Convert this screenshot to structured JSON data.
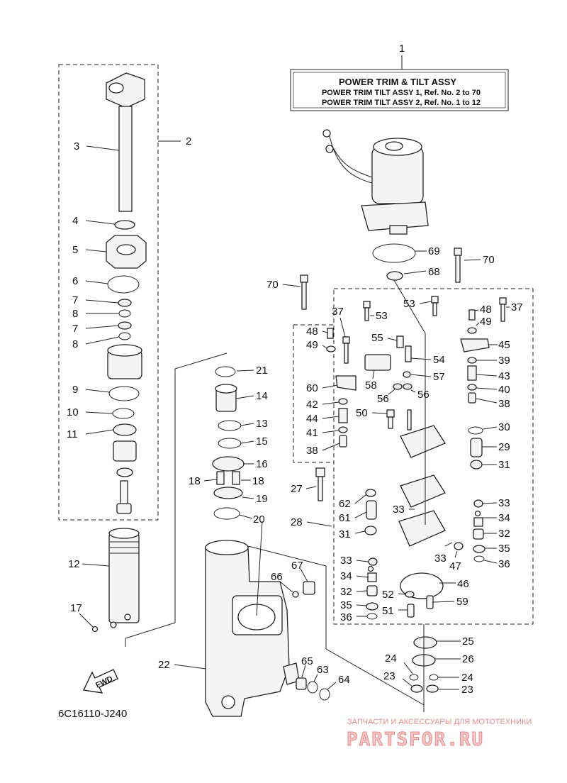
{
  "title_block": {
    "number": "1",
    "line1": "POWER TRIM & TILT ASSY",
    "line2": "POWER TRIM TILT ASSY 1,  Ref. No. 2 to 70",
    "line3": "POWER TRIM TILT ASSY 2,  Ref. No. 1 to 12"
  },
  "callouts": [
    {
      "id": "n2",
      "text": "2"
    },
    {
      "id": "n3",
      "text": "3"
    },
    {
      "id": "n4",
      "text": "4"
    },
    {
      "id": "n5",
      "text": "5"
    },
    {
      "id": "n6",
      "text": "6"
    },
    {
      "id": "n7a",
      "text": "7"
    },
    {
      "id": "n8a",
      "text": "8"
    },
    {
      "id": "n7b",
      "text": "7"
    },
    {
      "id": "n8b",
      "text": "8"
    },
    {
      "id": "n9",
      "text": "9"
    },
    {
      "id": "n10",
      "text": "10"
    },
    {
      "id": "n11",
      "text": "11"
    },
    {
      "id": "n12",
      "text": "12"
    },
    {
      "id": "n17",
      "text": "17"
    },
    {
      "id": "n21",
      "text": "21"
    },
    {
      "id": "n14",
      "text": "14"
    },
    {
      "id": "n13",
      "text": "13"
    },
    {
      "id": "n15",
      "text": "15"
    },
    {
      "id": "n16",
      "text": "16"
    },
    {
      "id": "n18a",
      "text": "18"
    },
    {
      "id": "n18b",
      "text": "18"
    },
    {
      "id": "n19",
      "text": "19"
    },
    {
      "id": "n20",
      "text": "20"
    },
    {
      "id": "n22",
      "text": "22"
    },
    {
      "id": "n66",
      "text": "66"
    },
    {
      "id": "n67",
      "text": "67"
    },
    {
      "id": "n65",
      "text": "65"
    },
    {
      "id": "n63",
      "text": "63"
    },
    {
      "id": "n64",
      "text": "64"
    },
    {
      "id": "n69",
      "text": "69"
    },
    {
      "id": "n70a",
      "text": "70"
    },
    {
      "id": "n68",
      "text": "68"
    },
    {
      "id": "n70b",
      "text": "70"
    },
    {
      "id": "n37a",
      "text": "37"
    },
    {
      "id": "n53a",
      "text": "53"
    },
    {
      "id": "n53b",
      "text": "53"
    },
    {
      "id": "n48a",
      "text": "48"
    },
    {
      "id": "n37b",
      "text": "37"
    },
    {
      "id": "n48b",
      "text": "48"
    },
    {
      "id": "n49a",
      "text": "49"
    },
    {
      "id": "n49b",
      "text": "49"
    },
    {
      "id": "n55",
      "text": "55"
    },
    {
      "id": "n45",
      "text": "45"
    },
    {
      "id": "n54",
      "text": "54"
    },
    {
      "id": "n39",
      "text": "39"
    },
    {
      "id": "n43",
      "text": "43"
    },
    {
      "id": "n57",
      "text": "57"
    },
    {
      "id": "n60",
      "text": "60"
    },
    {
      "id": "n58",
      "text": "58"
    },
    {
      "id": "n56a",
      "text": "56"
    },
    {
      "id": "n56b",
      "text": "56"
    },
    {
      "id": "n40",
      "text": "40"
    },
    {
      "id": "n42",
      "text": "42"
    },
    {
      "id": "n38a",
      "text": "38"
    },
    {
      "id": "n44",
      "text": "44"
    },
    {
      "id": "n50",
      "text": "50"
    },
    {
      "id": "n41",
      "text": "41"
    },
    {
      "id": "n30",
      "text": "30"
    },
    {
      "id": "n29",
      "text": "29"
    },
    {
      "id": "n38b",
      "text": "38"
    },
    {
      "id": "n31a",
      "text": "31"
    },
    {
      "id": "n27",
      "text": "27"
    },
    {
      "id": "n62",
      "text": "62"
    },
    {
      "id": "n33a",
      "text": "33"
    },
    {
      "id": "n33b",
      "text": "33"
    },
    {
      "id": "n61",
      "text": "61"
    },
    {
      "id": "n34a",
      "text": "34"
    },
    {
      "id": "n28",
      "text": "28"
    },
    {
      "id": "n32a",
      "text": "32"
    },
    {
      "id": "n31b",
      "text": "31"
    },
    {
      "id": "n35a",
      "text": "35"
    },
    {
      "id": "n33c",
      "text": "33"
    },
    {
      "id": "n47",
      "text": "47"
    },
    {
      "id": "n36a",
      "text": "36"
    },
    {
      "id": "n33d",
      "text": "33"
    },
    {
      "id": "n34b",
      "text": "34"
    },
    {
      "id": "n46",
      "text": "46"
    },
    {
      "id": "n32b",
      "text": "32"
    },
    {
      "id": "n52",
      "text": "52"
    },
    {
      "id": "n59",
      "text": "59"
    },
    {
      "id": "n35b",
      "text": "35"
    },
    {
      "id": "n51",
      "text": "51"
    },
    {
      "id": "n36b",
      "text": "36"
    },
    {
      "id": "n25",
      "text": "25"
    },
    {
      "id": "n24a",
      "text": "24"
    },
    {
      "id": "n26",
      "text": "26"
    },
    {
      "id": "n23a",
      "text": "23"
    },
    {
      "id": "n24b",
      "text": "24"
    },
    {
      "id": "n23b",
      "text": "23"
    }
  ],
  "fwd_label": "FWD",
  "drawing_code": "6C16110-J240",
  "watermark": {
    "tagline": "ЗАПЧАСТИ И АКСЕССУАРЫ ДЛЯ МОТОТЕХНИКИ",
    "brand": "PARTSFOR.RU"
  }
}
